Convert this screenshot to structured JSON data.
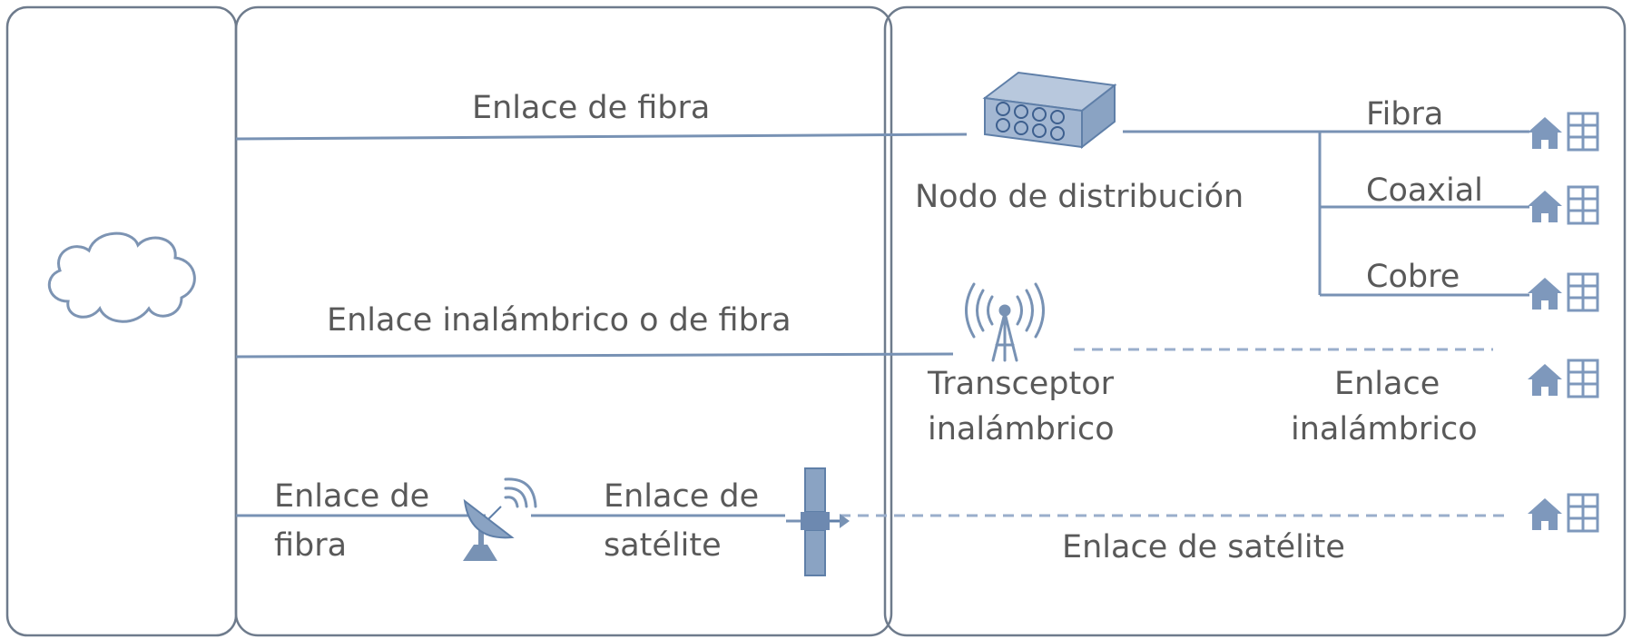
{
  "labels": {
    "fiber_link_top": "Enlace de fibra",
    "distribution_node": "Nodo de distribución",
    "branch_fiber": "Fibra",
    "branch_coax": "Coaxial",
    "branch_copper": "Cobre",
    "wireless_or_fiber_link": "Enlace inalámbrico o de fibra",
    "transceiver_line1": "Transceptor",
    "transceiver_line2": "inalámbrico",
    "wireless_link_line1": "Enlace",
    "wireless_link_line2": "inalámbrico",
    "fiber_link_bottom_line1": "Enlace de",
    "fiber_link_bottom_line2": "fibra",
    "satellite_link_mid_line1": "Enlace de",
    "satellite_link_mid_line2": "satélite",
    "satellite_link_right": "Enlace de satélite"
  },
  "icons": {
    "core": "cloud-icon",
    "node": "distribution-node-icon",
    "tower": "wireless-tower-icon",
    "dish": "satellite-dish-icon",
    "satellite": "satellite-icon",
    "premises": "home-building-icon"
  },
  "colors": {
    "frame": "#6e7b8c",
    "link": "#7892b4",
    "icon": "#7e98bc",
    "text": "#595959"
  }
}
